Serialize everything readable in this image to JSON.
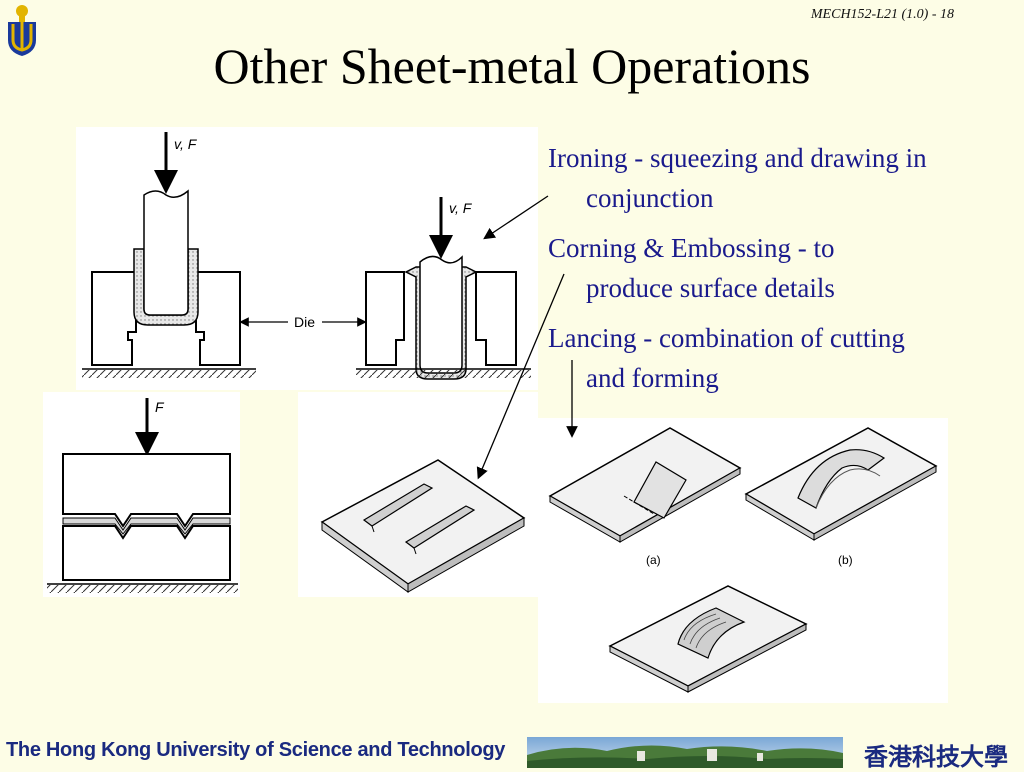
{
  "slide_id": "MECH152-L21 (1.0) - 18",
  "title": "Other Sheet-metal Operations",
  "bullets": [
    {
      "text": "Ironing - squeezing and drawing in conjunction"
    },
    {
      "text": "Corning & Embossing - to produce surface details"
    },
    {
      "text": "Lancing - combination of cutting and forming"
    }
  ],
  "figures": {
    "ironing": {
      "label_left": "v, F",
      "label_right": "v, F",
      "die_label": "Die"
    },
    "coining": {
      "label": "F"
    },
    "lancing": {
      "label_a": "(a)",
      "label_b": "(b)"
    }
  },
  "footer": {
    "university": "The Hong Kong University of Science and Technology",
    "university_cn": "香港科技大學"
  },
  "colors": {
    "background": "#fdfde6",
    "bullet_text": "#1a1a8c",
    "footer_text": "#1a2a80"
  }
}
